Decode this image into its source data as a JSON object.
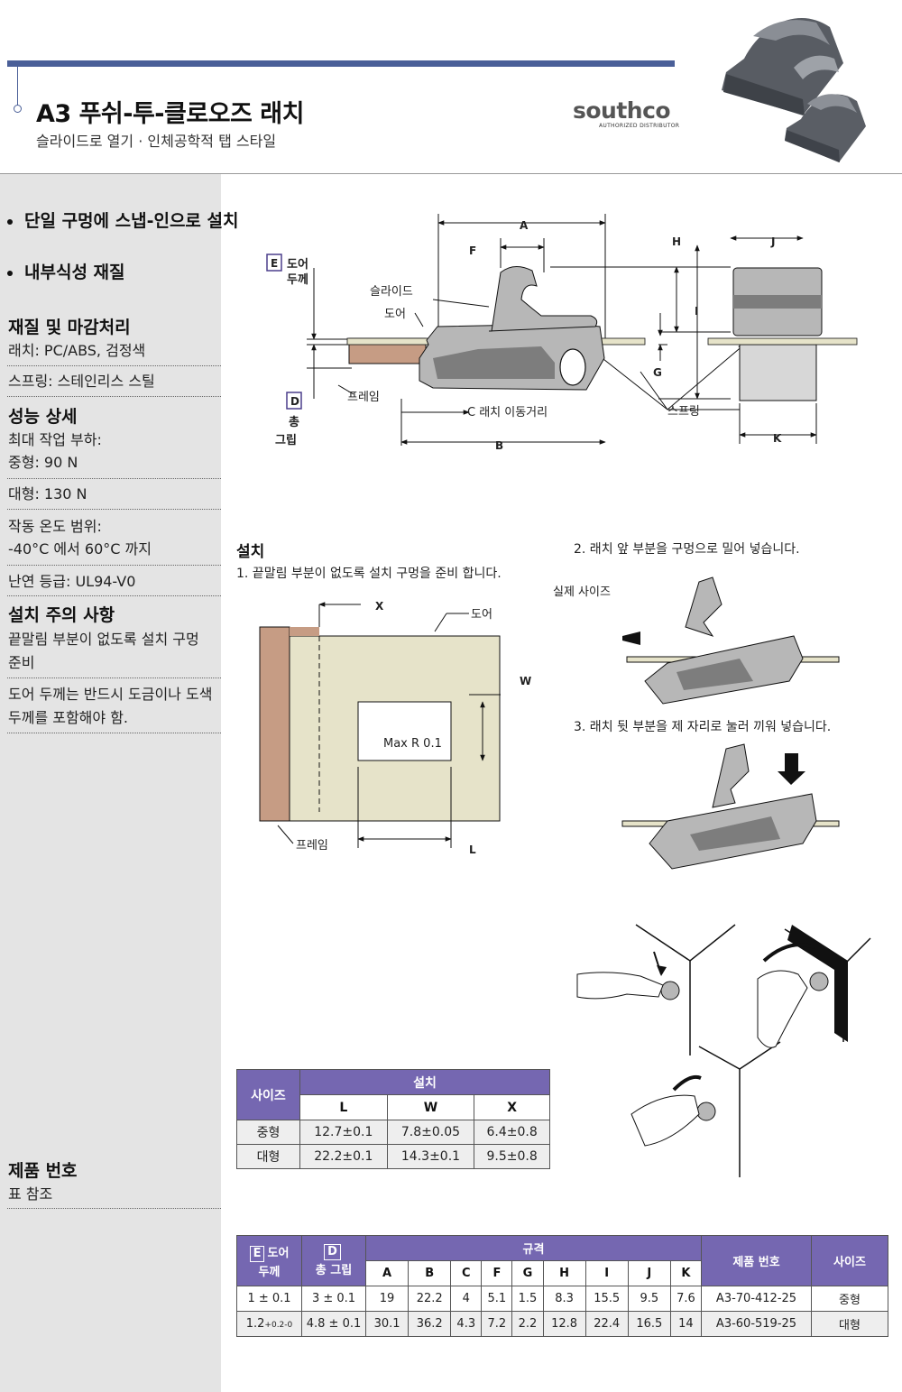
{
  "header": {
    "title": "A3 푸쉬-투-클로오즈 래치",
    "subtitle": "슬라이드로 열기 · 인체공학적 탭 스타일",
    "logo": "southco",
    "logo_sub": "AUTHORIZED DISTRIBUTOR"
  },
  "sidebar": {
    "bullets": [
      "단일 구멍에 스냅-인으로 설치",
      "내부식성 재질"
    ],
    "material_heading": "재질 및 마감처리",
    "material_latch": "래치: PC/ABS, 검정색",
    "material_spring": "스프링: 스테인리스 스틸",
    "performance_heading": "성능 상세",
    "max_load_label": "최대 작업 부하:",
    "max_load_medium": "중형: 90 N",
    "max_load_large": "대형: 130 N",
    "temp_label": "작동 온도 범위:",
    "temp_value": "-40°C 에서 60°C 까지",
    "flammability": "난연 등급: UL94-V0",
    "install_notes_heading": "설치 주의 사항",
    "install_note_1": "끝말림 부분이 없도록 설치 구멍 준비",
    "install_note_2": "도어 두께는 반드시 도금이나 도색 두께를 포함해야 함.",
    "part_no_heading": "제품 번호",
    "part_no_text": "표 참조"
  },
  "drawing": {
    "e_box": "E",
    "e_label": [
      "도어",
      "두께"
    ],
    "d_box": "D",
    "d_label": [
      "총",
      "그립"
    ],
    "slide": "슬라이드",
    "door": "도어",
    "frame": "프레임",
    "c_label": "C 래치 이동거리",
    "spring": "스프링",
    "dims": [
      "A",
      "B",
      "F",
      "H",
      "I",
      "G",
      "J",
      "K"
    ],
    "watermark": "실제 사이즈"
  },
  "installation": {
    "title": "설치",
    "step1": "1. 끝말림 부분이 없도록 설치 구멍을 준비 합니다.",
    "step2": "2. 래치 앞 부분을 구멍으로 밀어 넣습니다.",
    "step3": "3. 래치 뒷 부분을 제 자리로 눌러 끼워 넣습니다.",
    "hole_door": "도어",
    "hole_frame": "프레임",
    "hole_radius": "Max R 0.1",
    "hole_dims": [
      "X",
      "W",
      "L"
    ]
  },
  "install_table": {
    "size_header": "사이즈",
    "group_header": "설치",
    "columns": [
      "L",
      "W",
      "X"
    ],
    "rows": [
      {
        "size": "중형",
        "values": [
          "12.7±0.1",
          "7.8±0.05",
          "6.4±0.8"
        ]
      },
      {
        "size": "대형",
        "values": [
          "22.2±0.1",
          "14.3±0.1",
          "9.5±0.8"
        ]
      }
    ]
  },
  "spec_table": {
    "e_box": "E",
    "e_header_a": "도어",
    "e_header_b": "두께",
    "d_box": "D",
    "d_header": "총 그립",
    "spec_header": "규격",
    "part_header": "제품 번호",
    "size_header": "사이즈",
    "columns": [
      "A",
      "B",
      "C",
      "F",
      "G",
      "H",
      "I",
      "J",
      "K"
    ],
    "rows": [
      {
        "e": "1 ± 0.1",
        "e_tol": "",
        "d": "3 ± 0.1",
        "values": [
          "19",
          "22.2",
          "4",
          "5.1",
          "1.5",
          "8.3",
          "15.5",
          "9.5",
          "7.6"
        ],
        "part": "A3-70-412-25",
        "size": "중형"
      },
      {
        "e": "1.2",
        "e_tol": "+0.2-0",
        "d": "4.8 ± 0.1",
        "values": [
          "30.1",
          "36.2",
          "4.3",
          "7.2",
          "2.2",
          "12.8",
          "22.4",
          "16.5",
          "14"
        ],
        "part": "A3-60-519-25",
        "size": "대형"
      }
    ]
  }
}
